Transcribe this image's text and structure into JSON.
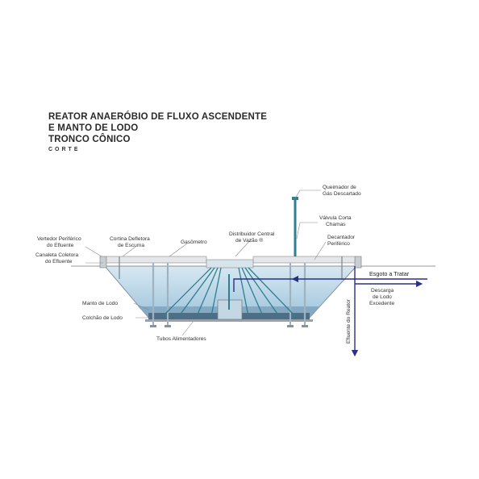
{
  "title": {
    "line1": "REATOR ANAERÓBIO DE FLUXO ASCENDENTE",
    "line2": "E MANTO DE LODO",
    "line3": "TRONCO CÔNICO",
    "subtitle": "CORTE"
  },
  "labels": {
    "queimador_1": "Queimador de",
    "queimador_2": "Gás Descartado",
    "valvula_1": "Válvula Corta",
    "valvula_2": "Chamas",
    "decantador_1": "Decantador",
    "decantador_2": "Periférico",
    "distribuidor_1": "Distribuidor Central",
    "distribuidor_2": "de Vazão ®",
    "gasometro": "Gasômetro",
    "cortina_1": "Cortina Defletora",
    "cortina_2": "de Escuma",
    "vertedor_1": "Vertedor Periférico",
    "vertedor_2": "do Efluente",
    "canaleta_1": "Canaleta Coletora",
    "canaleta_2": "do Efluente",
    "manto": "Manto de Lodo",
    "colchao": "Colchão de Lodo",
    "tubos": "Tubos Alimentadores",
    "esgoto": "Esgoto a Tratar",
    "descarga_1": "Descarga",
    "descarga_2": "de Lodo",
    "descarga_3": "Excedente",
    "efluente": "Efluente do Reator"
  },
  "colors": {
    "water": "#b9d6e8",
    "sludge": "#4e6e86",
    "blanket": "#7fa3bd",
    "wall": "#c9ced2",
    "pipe": "#2e7f8f",
    "flow": "#2b2f86"
  }
}
